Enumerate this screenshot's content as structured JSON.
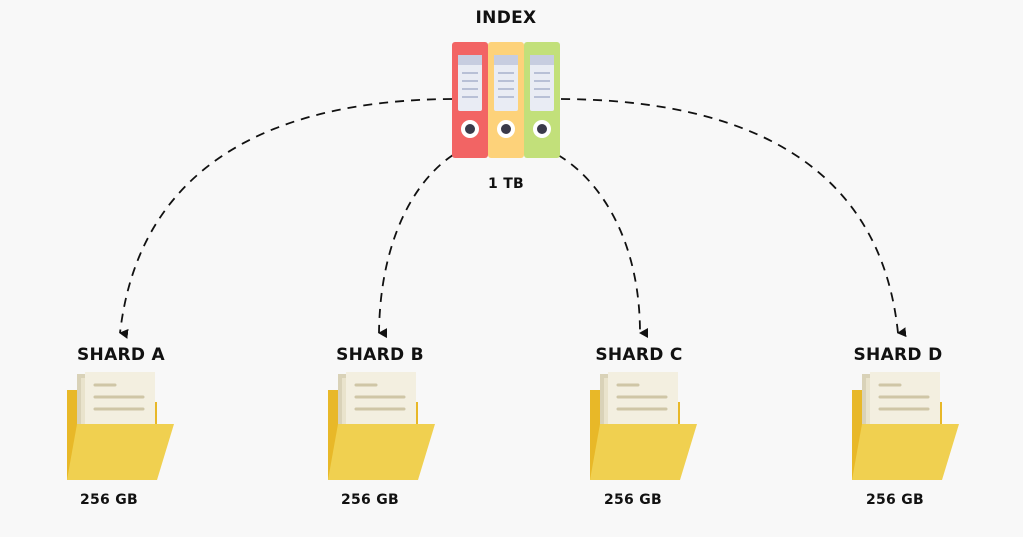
{
  "index": {
    "title": "INDEX",
    "size": "1 TB",
    "icon": "binders-icon",
    "binder_colors": [
      "#f26464",
      "#fdd27a",
      "#c2e07a"
    ]
  },
  "shards": [
    {
      "name": "SHARD A",
      "size": "256 GB",
      "icon": "folder-icon"
    },
    {
      "name": "SHARD B",
      "size": "256 GB",
      "icon": "folder-icon"
    },
    {
      "name": "SHARD C",
      "size": "256 GB",
      "icon": "folder-icon"
    },
    {
      "name": "SHARD D",
      "size": "256 GB",
      "icon": "folder-icon"
    }
  ],
  "colors": {
    "background": "#f8f8f8",
    "folder_back": "#e8b828",
    "folder_front": "#f0d050",
    "paper": "#f3efe0",
    "arrow": "#111111"
  }
}
